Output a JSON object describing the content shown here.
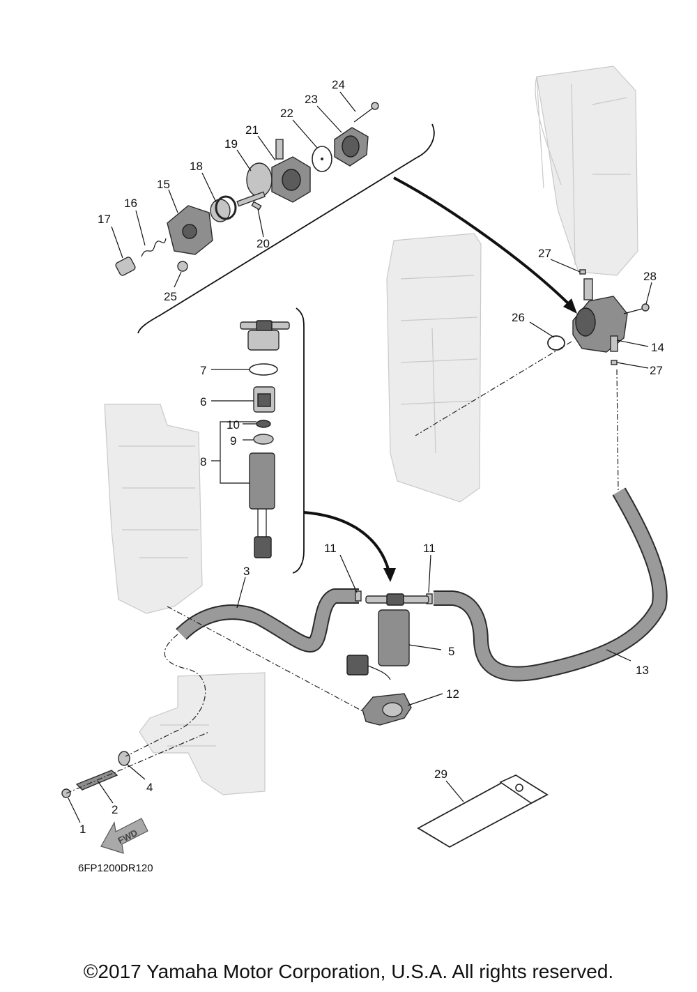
{
  "callouts": {
    "n1": "1",
    "n2": "2",
    "n3": "3",
    "n4": "4",
    "n5": "5",
    "n6": "6",
    "n7": "7",
    "n8": "8",
    "n9": "9",
    "n10": "10",
    "n11a": "11",
    "n11b": "11",
    "n12": "12",
    "n13": "13",
    "n14": "14",
    "n15": "15",
    "n16": "16",
    "n17": "17",
    "n18": "18",
    "n19": "19",
    "n20": "20",
    "n21": "21",
    "n22": "22",
    "n23": "23",
    "n24": "24",
    "n25": "25",
    "n26": "26",
    "n27a": "27",
    "n27b": "27",
    "n28": "28",
    "n29": "29"
  },
  "direction_arrow": "FWD",
  "diagram_code": "6FP1200DR120",
  "footer": "©2017 Yamaha Motor Corporation, U.S.A. All rights reserved."
}
